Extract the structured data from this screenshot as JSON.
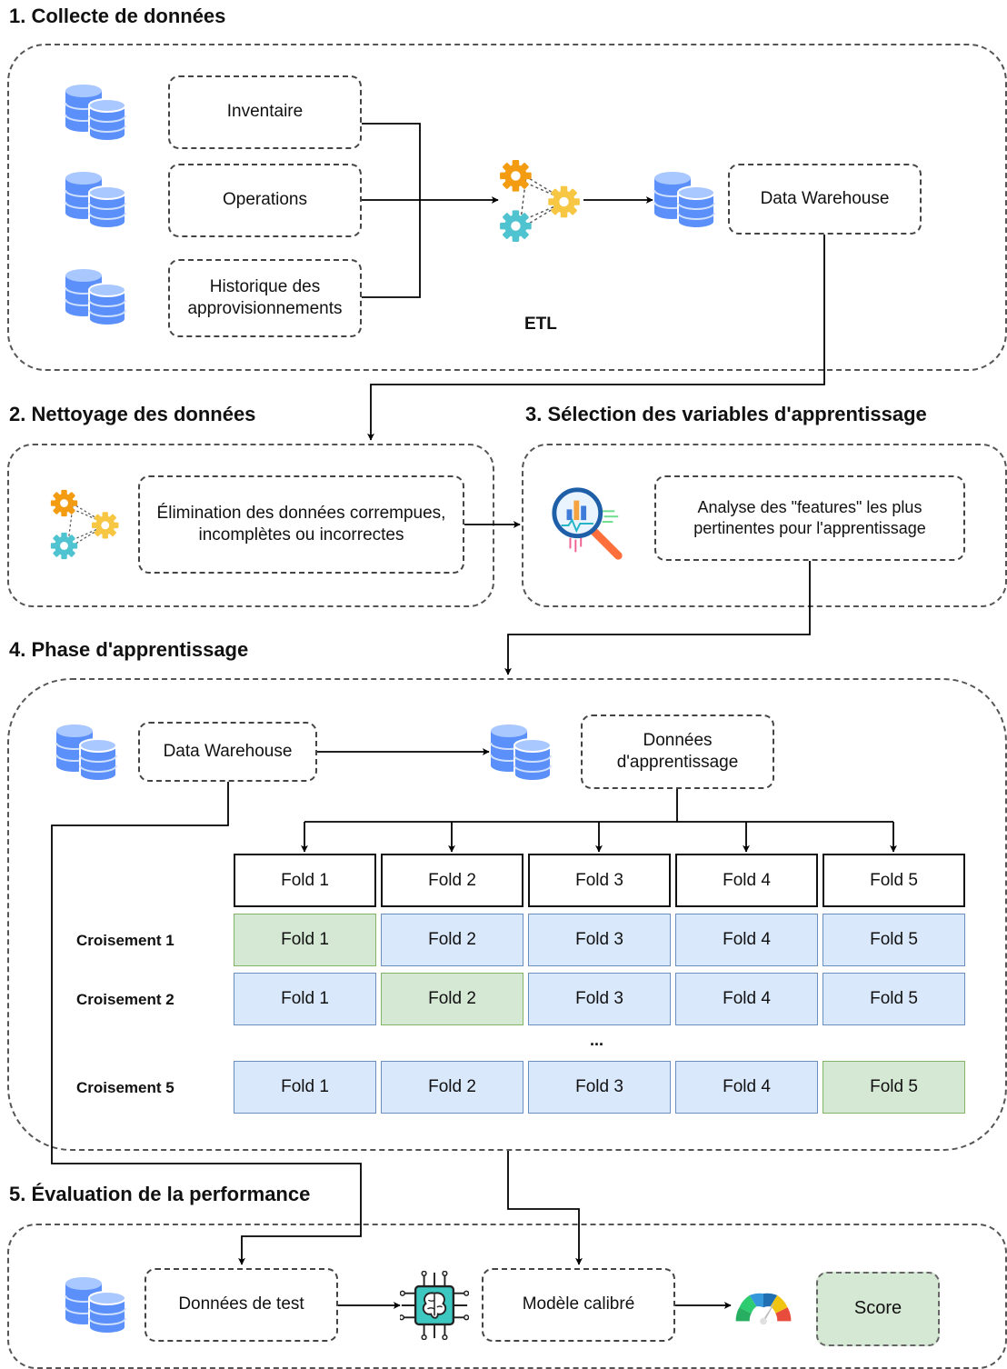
{
  "sections": {
    "collect": {
      "title": "1. Collecte de données"
    },
    "clean": {
      "title": "2. Nettoyage des données"
    },
    "select": {
      "title": "3. Sélection des variables d'apprentissage"
    },
    "learn": {
      "title": "4. Phase d'apprentissage"
    },
    "eval": {
      "title": "5. Évaluation de la performance"
    }
  },
  "collect": {
    "sources": [
      "Inventaire",
      "Operations",
      "Historique des approvisionnements"
    ],
    "etl_label": "ETL",
    "warehouse": "Data Warehouse"
  },
  "clean": {
    "text": "Élimination des données corrempues, incomplètes ou incorrectes"
  },
  "select": {
    "text": "Analyse des \"features\" les plus pertinentes pour l'apprentissage"
  },
  "learn": {
    "warehouse": "Data Warehouse",
    "training_data": "Données d'apprentissage",
    "folds": [
      "Fold 1",
      "Fold 2",
      "Fold 3",
      "Fold 4",
      "Fold 5"
    ],
    "crossings": [
      {
        "label": "Croisement 1",
        "test_fold": 1
      },
      {
        "label": "Croisement 2",
        "test_fold": 2
      },
      {
        "label": "Croisement 5",
        "test_fold": 5
      }
    ],
    "ellipsis": "..."
  },
  "eval": {
    "test_data": "Données de test",
    "model": "Modèle calibré",
    "score": "Score"
  },
  "colors": {
    "train_fill": "#dae8fc",
    "train_border": "#6c8ebf",
    "test_fill": "#d5e8d4",
    "test_border": "#82b366",
    "database": "#5b8ff9",
    "gear_orange": "#f39c12",
    "gear_yellow": "#f7c744",
    "gear_teal": "#4fc3d0"
  },
  "icons": {
    "database": "database-icon",
    "etl": "gears-icon",
    "analysis": "data-analysis-icon",
    "ai": "ai-chip-icon",
    "gauge": "gauge-icon"
  }
}
